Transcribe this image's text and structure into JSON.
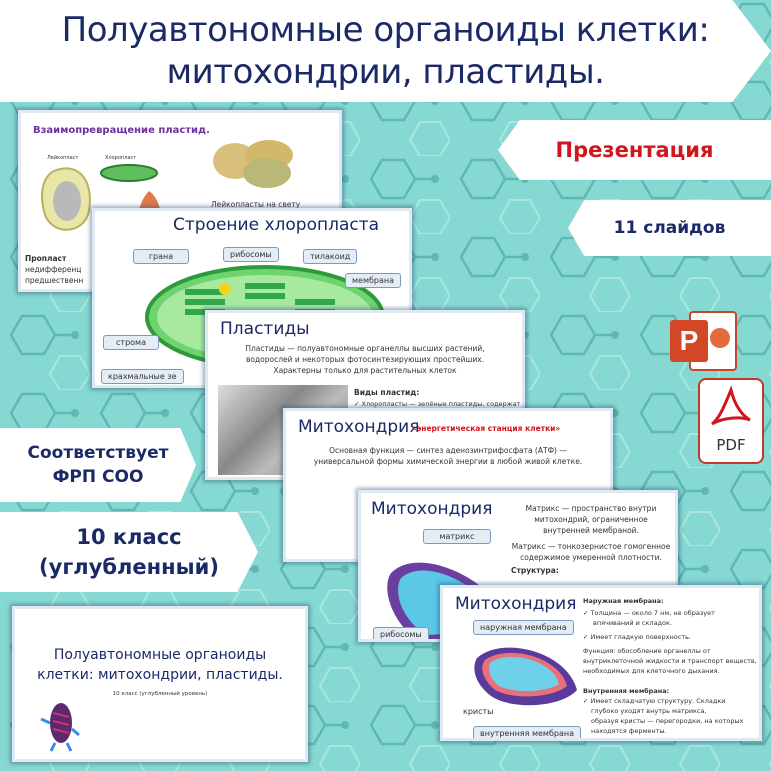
{
  "header": {
    "title_line1": "Полуавтономные органоиды клетки:",
    "title_line2": "митохондрии, пластиды."
  },
  "tags": {
    "type": "Презентация",
    "slides_count": "11 слайдов",
    "standard_line1": "Соответствует",
    "standard_line2": "ФРП СОО",
    "grade_line1": "10 класс",
    "grade_line2": "(углубленный)"
  },
  "icons": {
    "ppt": "powerpoint-icon",
    "pdf_label": "PDF"
  },
  "colors": {
    "navy": "#1b2a66",
    "red": "#d0161c",
    "teal": "#86d9d2"
  },
  "slides": {
    "s1": {
      "title": "Взаимопревращение пластид.",
      "leucoplast": "Лейкопласт",
      "chloroplast": "Хлоропласт",
      "caption": "Лейкопласты на свету",
      "proplastid": "Пропласт",
      "line2": "недифференц",
      "line3": "предшественн"
    },
    "s2": {
      "title": "Строение хлоропласта",
      "labels": [
        "грана",
        "рибосомы",
        "тилакоид",
        "мембрана",
        "строма",
        "крахмальные зе"
      ]
    },
    "s3": {
      "title": "Пластиды",
      "text1": "Пластиды — полуавтономные органеллы высших растений,",
      "text2": "водорослей и некоторых фотосинтезирующих простейших.",
      "text3": "Характерны только для растительных клеток",
      "types": "Виды пластид:",
      "item1": "✓ Хлоропласты — зелёные пластиды, содержат"
    },
    "s4": {
      "title": "Митохондрия",
      "subtitle": "«энергетическая станция клетки»",
      "text1": "Основная функция — синтез аденозинтрифосфата (АТФ) —",
      "text2": "универсальной формы химической энергии в любой живой клетке."
    },
    "s5": {
      "title": "Митохондрия",
      "label1": "матрикс",
      "label2": "рибосомы",
      "text1": "Матрикс — пространство внутри",
      "text2": "митохондрий, ограниченное",
      "text3": "внутренней мембраной.",
      "text4": "Матрикс — тонкозернистое гомогенное",
      "text5": "содержимое умеренной плотности.",
      "structure": "Структура:"
    },
    "s6": {
      "title": "Митохондрия",
      "label_outer": "наружная мембрана",
      "label_cristae": "кристы",
      "label_inner": "внутренняя мембрана",
      "outer_head": "Наружная мембрана:",
      "o1": "✓ Толщина — около 7 нм, не образует",
      "o2": "впячиваний и складок.",
      "o3": "✓ Имеет гладкую поверхность.",
      "f1": "Функция: обособление органеллы от",
      "f2": "внутриклеточной жидкости и транспорт веществ,",
      "f3": "необходимых для клеточного дыхания.",
      "inner_head": "Внутренняя мембрана:",
      "i1": "✓ Имеет складчатую структуру. Складки",
      "i2": "глубоко уходят внутрь матрикса,",
      "i3": "образуя кристы — перегородки, на которых",
      "i4": "находятся ферменты."
    },
    "s7": {
      "title_line1": "Полуавтономные органоиды",
      "title_line2": "клетки: митохондрии, пластиды.",
      "subtitle": "10 класс (углубленный уровень)"
    }
  }
}
